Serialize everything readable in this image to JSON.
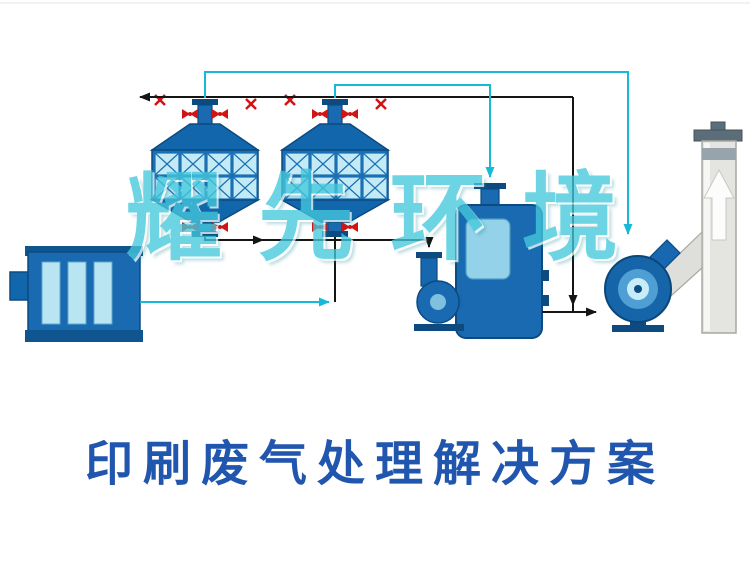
{
  "page": {
    "background": "#ffffff"
  },
  "watermark": {
    "text": "耀先环境"
  },
  "title": {
    "text": "印刷废气处理解决方案"
  },
  "colors": {
    "equipment_blue": "#1a6ab2",
    "equipment_dark_blue": "#0d4a80",
    "panel_light_blue": "#c4eaf5",
    "duct_line_black": "#151515",
    "duct_line_cyan": "#17b9d9",
    "valve_red": "#d21414",
    "chimney_gray": "#e4e4e0",
    "title_blue": "#2156ae",
    "watermark_teal": "#45c8dc"
  },
  "components": [
    {
      "id": "pretreatment-unit",
      "label": "activated-carbon-box"
    },
    {
      "id": "filter-tower-1",
      "label": "filter-purification-tower"
    },
    {
      "id": "filter-tower-2",
      "label": "filter-purification-tower"
    },
    {
      "id": "scrubber-tank",
      "label": "spray-scrubber-with-pump"
    },
    {
      "id": "centrifugal-fan",
      "label": "draft-fan"
    },
    {
      "id": "exhaust-chimney",
      "label": "exhaust-stack"
    }
  ]
}
